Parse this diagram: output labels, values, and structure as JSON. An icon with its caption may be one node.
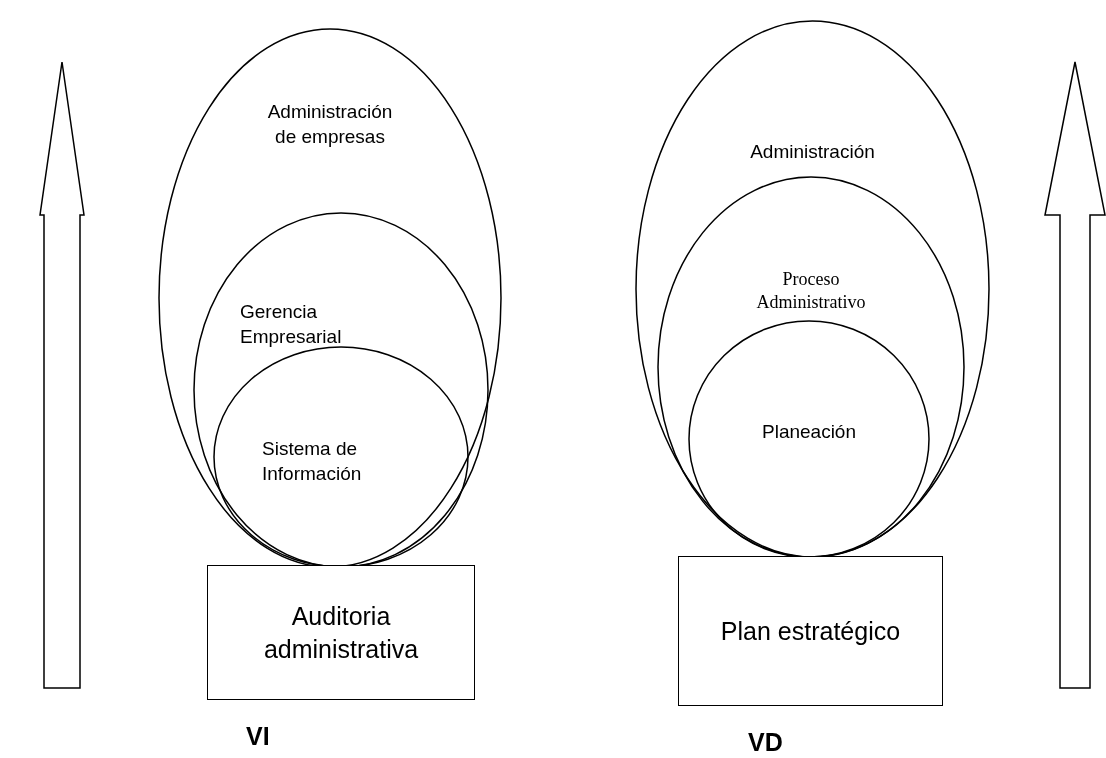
{
  "diagram": {
    "nodes": [
      {
        "text": [
          "Administración de empresas"
        ]
      },
      {
        "text": [
          "Gerencia Empresarial"
        ],
        "in": 0
      },
      {
        "text": [
          "Sistema de Información"
        ],
        "in": 1
      },
      {
        "text": [
          "Auditoria administrativa"
        ],
        "beside": [
          "VI"
        ]
      },
      {
        "text": [
          "Administración"
        ]
      },
      {
        "text": [
          "Proceso Administrativo"
        ],
        "in": 4
      },
      {
        "text": [
          "Planeación"
        ],
        "in": 5
      },
      {
        "text": [
          "Plan estratégico"
        ],
        "beside": [
          "VD"
        ]
      }
    ],
    "edges": []
  }
}
